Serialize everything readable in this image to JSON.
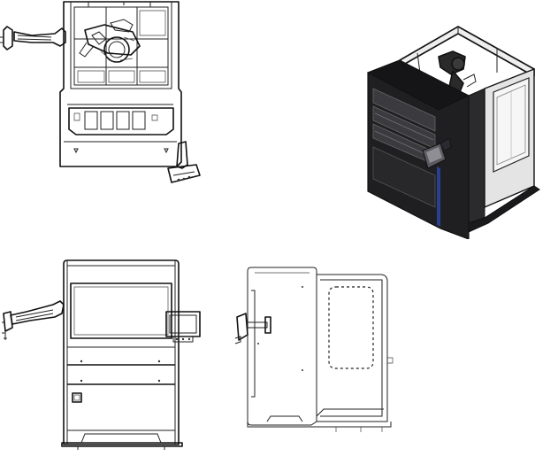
{
  "sheet": {
    "paper_color": "#ffffff",
    "line_color": "#111111",
    "enclosure_dark": "#1f1f21",
    "accent_blue": "#2a3f8f"
  },
  "views": [
    {
      "id": "top",
      "icon": "machine-top-view"
    },
    {
      "id": "iso",
      "icon": "machine-isometric-view"
    },
    {
      "id": "front",
      "icon": "machine-front-view"
    },
    {
      "id": "side",
      "icon": "machine-side-view"
    }
  ]
}
